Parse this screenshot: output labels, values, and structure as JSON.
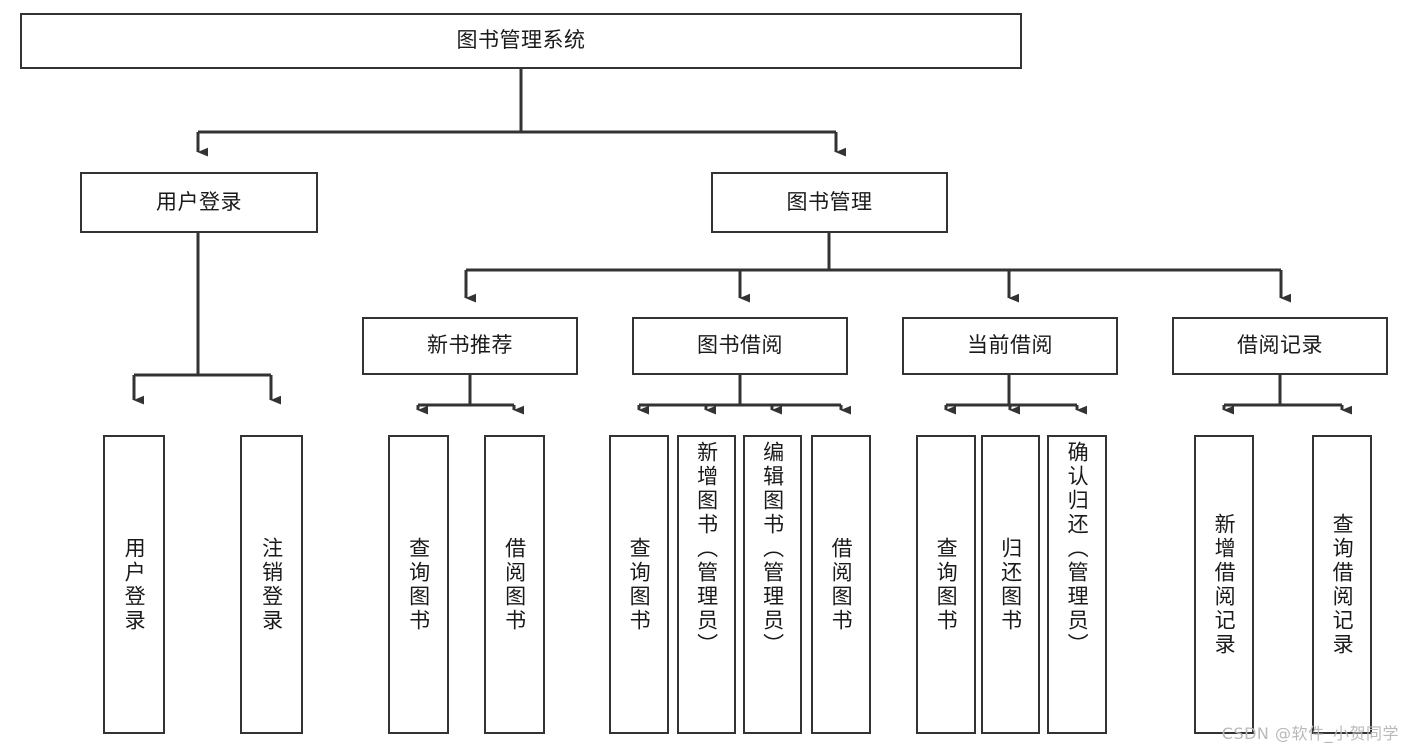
{
  "diagram": {
    "type": "tree-hierarchy",
    "title": "图书管理系统",
    "root": {
      "label": "图书管理系统",
      "id": "root"
    },
    "level2": [
      {
        "id": "user-login",
        "label": "用户登录"
      },
      {
        "id": "book-manage",
        "label": "图书管理"
      }
    ],
    "level3": [
      {
        "id": "new-book-recommend",
        "label": "新书推荐",
        "parent": "book-manage"
      },
      {
        "id": "book-borrow",
        "label": "图书借阅",
        "parent": "book-manage"
      },
      {
        "id": "current-borrow",
        "label": "当前借阅",
        "parent": "book-manage"
      },
      {
        "id": "borrow-record",
        "label": "借阅记录",
        "parent": "book-manage"
      }
    ],
    "leaves": [
      {
        "id": "leaf-user-login",
        "label": "用户登录",
        "parent": "user-login"
      },
      {
        "id": "leaf-logout-login",
        "label": "注销登录",
        "parent": "user-login"
      },
      {
        "id": "leaf-query-book-1",
        "label": "查询图书",
        "parent": "new-book-recommend"
      },
      {
        "id": "leaf-borrow-book-1",
        "label": "借阅图书",
        "parent": "new-book-recommend"
      },
      {
        "id": "leaf-query-book-2",
        "label": "查询图书",
        "parent": "book-borrow"
      },
      {
        "id": "leaf-add-book",
        "label": "新增图书（管理员）",
        "parent": "book-borrow"
      },
      {
        "id": "leaf-edit-book",
        "label": "编辑图书（管理员）",
        "parent": "book-borrow"
      },
      {
        "id": "leaf-borrow-book-2",
        "label": "借阅图书",
        "parent": "book-borrow"
      },
      {
        "id": "leaf-query-book-3",
        "label": "查询图书",
        "parent": "current-borrow"
      },
      {
        "id": "leaf-return-book",
        "label": "归还图书",
        "parent": "current-borrow"
      },
      {
        "id": "leaf-confirm-return",
        "label": "确认归还（管理员）",
        "parent": "current-borrow"
      },
      {
        "id": "leaf-add-record",
        "label": "新增借阅记录",
        "parent": "borrow-record"
      },
      {
        "id": "leaf-query-record",
        "label": "查询借阅记录",
        "parent": "borrow-record"
      }
    ],
    "colors": {
      "stroke": "#333333",
      "fill": "#ffffff",
      "text": "#1a1a1a",
      "watermark": "#b9b9b9"
    }
  },
  "watermark": {
    "text": "CSDN @软件_小贺同学"
  }
}
